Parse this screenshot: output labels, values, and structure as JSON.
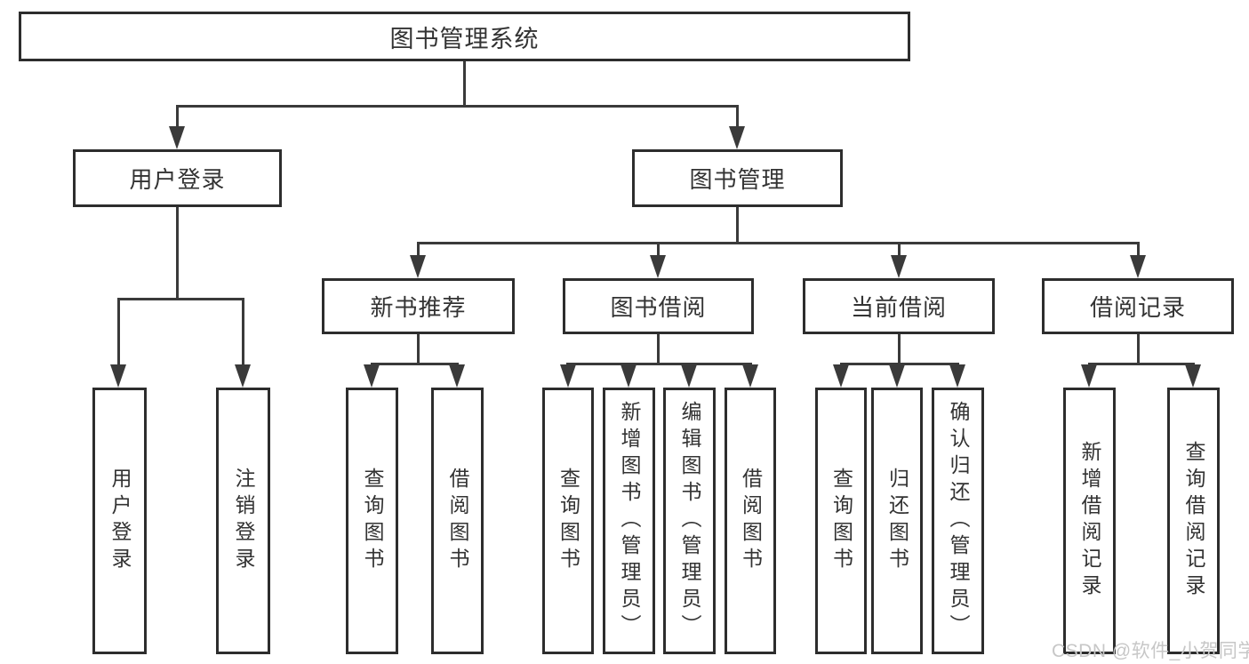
{
  "diagram": {
    "root": "图书管理系统",
    "level2": [
      "用户登录",
      "图书管理"
    ],
    "level3": [
      "新书推荐",
      "图书借阅",
      "当前借阅",
      "借阅记录"
    ],
    "leaves": [
      "用户登录",
      "注销登录",
      "查询图书",
      "借阅图书",
      "查询图书",
      "新增图书（管理员）",
      "编辑图书（管理员）",
      "借阅图书",
      "查询图书",
      "归还图书",
      "确认归还（管理员）",
      "新增借阅记录",
      "查询借阅记录"
    ]
  },
  "watermark": "CSDN @软件_小贺同学",
  "colors": {
    "line": "#3a3a3a",
    "border": "#2d2d2d",
    "text": "#333333",
    "watermark": "#c7c7c7",
    "background": "#ffffff"
  }
}
